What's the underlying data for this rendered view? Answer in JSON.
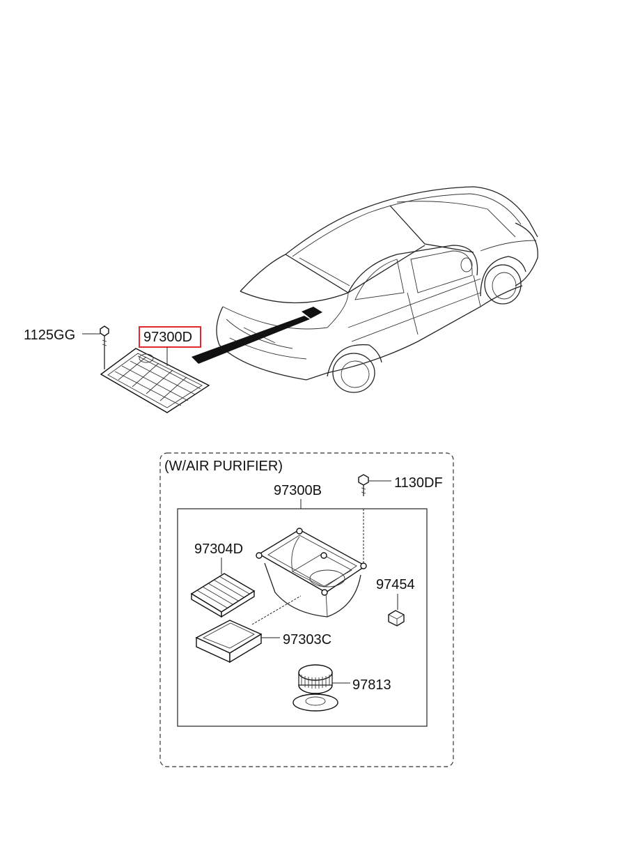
{
  "diagram": {
    "option_label": "(W/AIR PURIFIER)",
    "highlight_color": "#e0282d",
    "callouts": {
      "bolt_top": "1125GG",
      "cover": "97300D",
      "case": "97300B",
      "bolt_bottom": "1130DF",
      "filter": "97304D",
      "sensor": "97454",
      "tray": "97303C",
      "fan_motor": "97813"
    }
  }
}
